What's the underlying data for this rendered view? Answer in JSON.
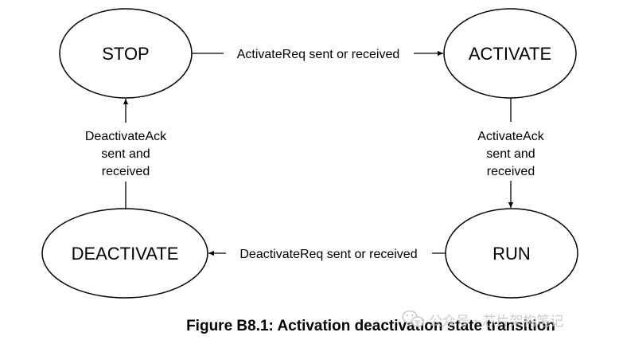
{
  "states": {
    "stop": "STOP",
    "activate": "ACTIVATE",
    "run": "RUN",
    "deactivate": "DEACTIVATE"
  },
  "transitions": {
    "stop_to_activate": "ActivateReq sent or received",
    "activate_to_run": [
      "ActivateAck",
      "sent and",
      "received"
    ],
    "run_to_deactivate": "DeactivateReq sent or received",
    "deactivate_to_stop": [
      "DeactivateAck",
      "sent and",
      "received"
    ]
  },
  "caption": "Figure B8.1: Activation deactivation state transition",
  "watermark": {
    "text": "公众号 · 芯片架构笔记",
    "icon": "wechat-logo-icon"
  }
}
